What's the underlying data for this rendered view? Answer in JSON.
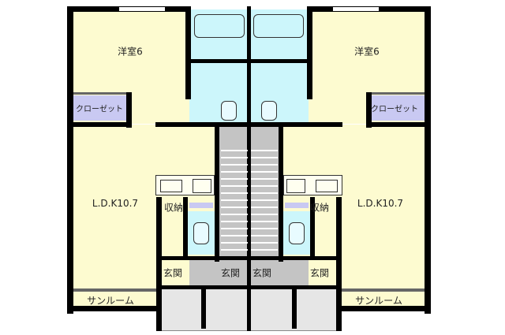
{
  "plan": {
    "left_unit": {
      "bedroom": "洋室6",
      "closet": "クローゼット",
      "ldk": "L.D.K10.7",
      "storage": "収納",
      "entrance": "玄関",
      "stair_entrance": "玄関",
      "sunroom": "サンルーム"
    },
    "right_unit": {
      "bedroom": "洋室6",
      "closet": "クローゼット",
      "ldk": "L.D.K10.7",
      "storage": "収納",
      "entrance": "玄関",
      "stair_entrance": "玄関",
      "sunroom": "サンルーム"
    }
  },
  "colors": {
    "room": "#fdfbd0",
    "wet_area": "#ccf6fb",
    "closet": "#c9c9f2",
    "stairs": "#c4c4c4",
    "corridor": "#e6e6e6",
    "wall": "#000000"
  }
}
